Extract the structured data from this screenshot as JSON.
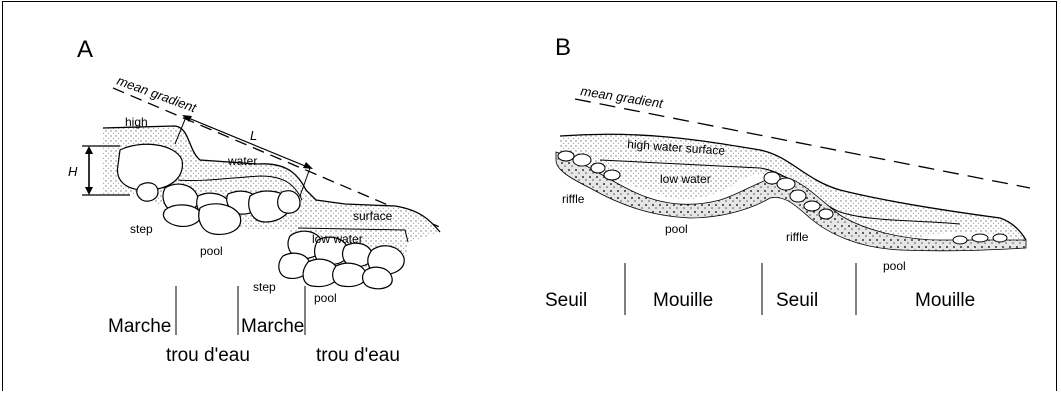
{
  "panel_a": {
    "letter": "A",
    "mean_gradient": "mean gradient",
    "length_symbol": "L",
    "height_symbol": "H",
    "high": "high",
    "water": "water",
    "surface": "surface",
    "low_water": "low water",
    "step_upper": "step",
    "pool_upper": "pool",
    "step_lower": "step",
    "pool_lower": "pool",
    "marche_1": "Marche",
    "marche_2": "Marche",
    "trou_1": "trou d'eau",
    "trou_2": "trou d'eau"
  },
  "panel_b": {
    "letter": "B",
    "mean_gradient": "mean gradient",
    "high_water_surface": "high water surface",
    "low_water": "low water",
    "riffle_1": "riffle",
    "riffle_2": "riffle",
    "pool_1": "pool",
    "pool_2": "pool",
    "seuil_1": "Seuil",
    "mouille_1": "Mouille",
    "seuil_2": "Seuil",
    "mouille_2": "Mouille"
  }
}
